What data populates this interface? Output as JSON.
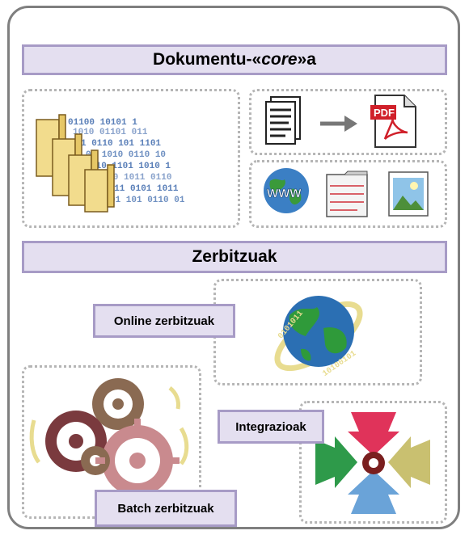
{
  "header": {
    "title_prefix": "Dokumentu-«",
    "title_italic": "core",
    "title_suffix": "»a"
  },
  "services_title": "Zerbitzuak",
  "labels": {
    "online": "Online zerbitzuak",
    "integrations": "Integrazioak",
    "batch": "Batch zerbitzuak"
  },
  "icons": {
    "pdf_text": "PDF",
    "www_text": "WWW"
  },
  "colors": {
    "band_fill": "#e4dff0",
    "band_border": "#a79bc6",
    "frame_border": "#7f7f7f",
    "dotted_border": "#b5b5b5"
  }
}
